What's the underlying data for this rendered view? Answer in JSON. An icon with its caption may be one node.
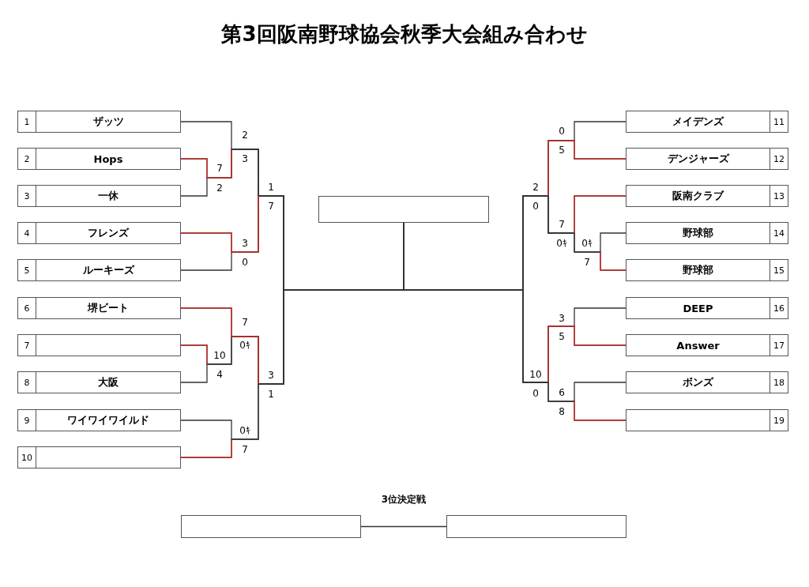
{
  "diagram": {
    "title": "第3回阪南野球協会秋季大会組み合わせ",
    "nodes": [
      {
        "text": [
          "1",
          "ザッツ"
        ]
      },
      {
        "text": [
          "2",
          "Hops"
        ]
      },
      {
        "text": [
          "3",
          "一休"
        ]
      },
      {
        "text": [
          "4",
          "フレンズ"
        ]
      },
      {
        "text": [
          "5",
          "ルーキーズ"
        ]
      },
      {
        "text": [
          "6",
          "堺ビート"
        ]
      },
      {
        "text": [
          "7"
        ]
      },
      {
        "text": [
          "8",
          "大阪"
        ]
      },
      {
        "text": [
          "9",
          "ワイワイワイルド"
        ]
      },
      {
        "text": [
          "10"
        ]
      },
      {
        "text": [
          "メイデンズ",
          "11"
        ]
      },
      {
        "text": [
          "デンジャーズ",
          "12"
        ]
      },
      {
        "text": [
          "阪南クラブ",
          "13"
        ]
      },
      {
        "text": [
          "野球部",
          "14"
        ]
      },
      {
        "text": [
          "野球部",
          "15"
        ]
      },
      {
        "text": [
          "DEEP",
          "16"
        ]
      },
      {
        "text": [
          "Answer",
          "17"
        ]
      },
      {
        "text": [
          "ボンズ",
          "18"
        ]
      },
      {
        "text": [
          "19"
        ]
      },
      {
        "text": [],
        "shape": "box"
      },
      {
        "text": [],
        "shape": "box"
      },
      {
        "text": [],
        "shape": "box"
      }
    ],
    "edges": [
      {
        "from": 0,
        "to": 19,
        "arrow": "none"
      },
      {
        "from": 1,
        "to": 19,
        "arrow": "none"
      },
      {
        "from": 2,
        "to": 19,
        "arrow": "none"
      },
      {
        "from": 3,
        "to": 19,
        "arrow": "none"
      },
      {
        "from": 4,
        "to": 19,
        "arrow": "none"
      },
      {
        "from": 5,
        "to": 19,
        "arrow": "none"
      },
      {
        "from": 6,
        "to": 19,
        "arrow": "none"
      },
      {
        "from": 7,
        "to": 19,
        "arrow": "none"
      },
      {
        "from": 8,
        "to": 19,
        "arrow": "none"
      },
      {
        "from": 9,
        "to": 19,
        "arrow": "none"
      },
      {
        "from": 10,
        "to": 19,
        "arrow": "none"
      },
      {
        "from": 11,
        "to": 19,
        "arrow": "none"
      },
      {
        "from": 12,
        "to": 19,
        "arrow": "none"
      },
      {
        "from": 13,
        "to": 19,
        "arrow": "none"
      },
      {
        "from": 14,
        "to": 19,
        "arrow": "none"
      },
      {
        "from": 15,
        "to": 19,
        "arrow": "none"
      },
      {
        "from": 16,
        "to": 19,
        "arrow": "none"
      },
      {
        "from": 17,
        "to": 19,
        "arrow": "none"
      },
      {
        "from": 18,
        "to": 19,
        "arrow": "none"
      },
      {
        "from": 20,
        "to": 21,
        "arrow": "none"
      }
    ],
    "labels": [
      "2",
      "3",
      "7",
      "2",
      "1",
      "7",
      "3",
      "0",
      "7",
      "0ｷ",
      "10",
      "4",
      "3",
      "1",
      "0ｷ",
      "7",
      "0",
      "5",
      "2",
      "0",
      "7",
      "0ｷ",
      "0ｷ",
      "7",
      "3",
      "5",
      "10",
      "0",
      "6",
      "8",
      "3位決定戦"
    ]
  }
}
